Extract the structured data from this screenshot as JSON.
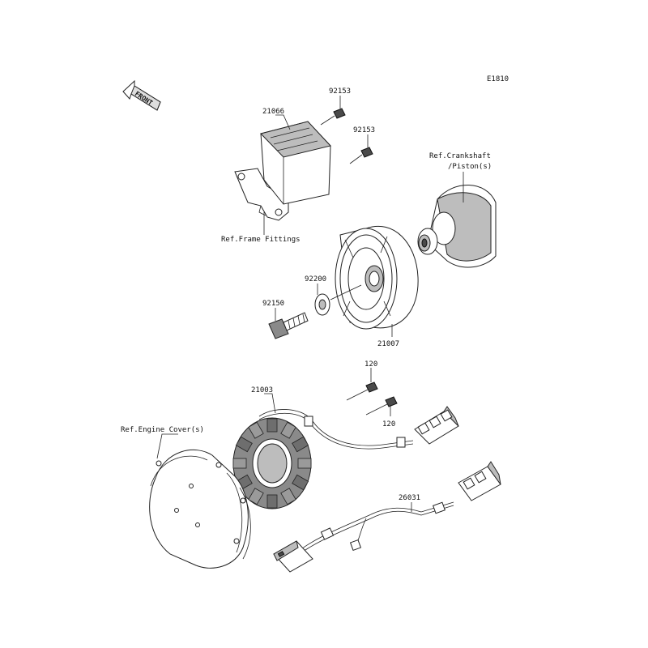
{
  "diagram_code": "E1810",
  "front_arrow_label": "FRONT",
  "labels": {
    "bolt_top_1": "92153",
    "bolt_top_2": "92153",
    "regulator": "21066",
    "ref_crankshaft_line1": "Ref.Crankshaft",
    "ref_crankshaft_line2": "/Piston(s)",
    "ref_frame_fittings": "Ref.Frame Fittings",
    "washer": "92200",
    "flywheel_bolt": "92150",
    "rotor": "21007",
    "stator_bolt_1": "120",
    "stator_bolt_2": "120",
    "stator": "21003",
    "ref_engine_cover": "Ref.Engine Cover(s)",
    "lead": "26031"
  },
  "footer_lines": [
    "",
    "",
    ""
  ]
}
